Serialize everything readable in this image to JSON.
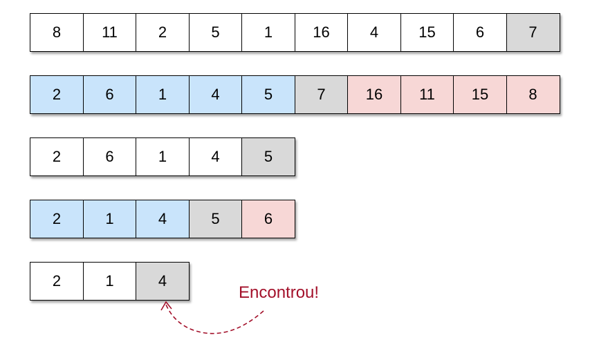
{
  "colors": {
    "white": "#ffffff",
    "blue": "#c9e4fb",
    "red": "#f7d7d6",
    "gray": "#d9d9d9",
    "annotation": "#a3102a"
  },
  "rows": [
    {
      "cells": [
        {
          "value": "8",
          "color": "white"
        },
        {
          "value": "11",
          "color": "white"
        },
        {
          "value": "2",
          "color": "white"
        },
        {
          "value": "5",
          "color": "white"
        },
        {
          "value": "1",
          "color": "white"
        },
        {
          "value": "16",
          "color": "white"
        },
        {
          "value": "4",
          "color": "white"
        },
        {
          "value": "15",
          "color": "white"
        },
        {
          "value": "6",
          "color": "white"
        },
        {
          "value": "7",
          "color": "gray"
        }
      ]
    },
    {
      "cells": [
        {
          "value": "2",
          "color": "blue"
        },
        {
          "value": "6",
          "color": "blue"
        },
        {
          "value": "1",
          "color": "blue"
        },
        {
          "value": "4",
          "color": "blue"
        },
        {
          "value": "5",
          "color": "blue"
        },
        {
          "value": "7",
          "color": "gray"
        },
        {
          "value": "16",
          "color": "red"
        },
        {
          "value": "11",
          "color": "red"
        },
        {
          "value": "15",
          "color": "red"
        },
        {
          "value": "8",
          "color": "red"
        }
      ]
    },
    {
      "cells": [
        {
          "value": "2",
          "color": "white"
        },
        {
          "value": "6",
          "color": "white"
        },
        {
          "value": "1",
          "color": "white"
        },
        {
          "value": "4",
          "color": "white"
        },
        {
          "value": "5",
          "color": "gray"
        }
      ]
    },
    {
      "cells": [
        {
          "value": "2",
          "color": "blue"
        },
        {
          "value": "1",
          "color": "blue"
        },
        {
          "value": "4",
          "color": "blue"
        },
        {
          "value": "5",
          "color": "gray"
        },
        {
          "value": "6",
          "color": "red"
        }
      ]
    },
    {
      "cells": [
        {
          "value": "2",
          "color": "white"
        },
        {
          "value": "1",
          "color": "white"
        },
        {
          "value": "4",
          "color": "gray"
        }
      ]
    }
  ],
  "annotation": {
    "text": "Encontrou!"
  }
}
